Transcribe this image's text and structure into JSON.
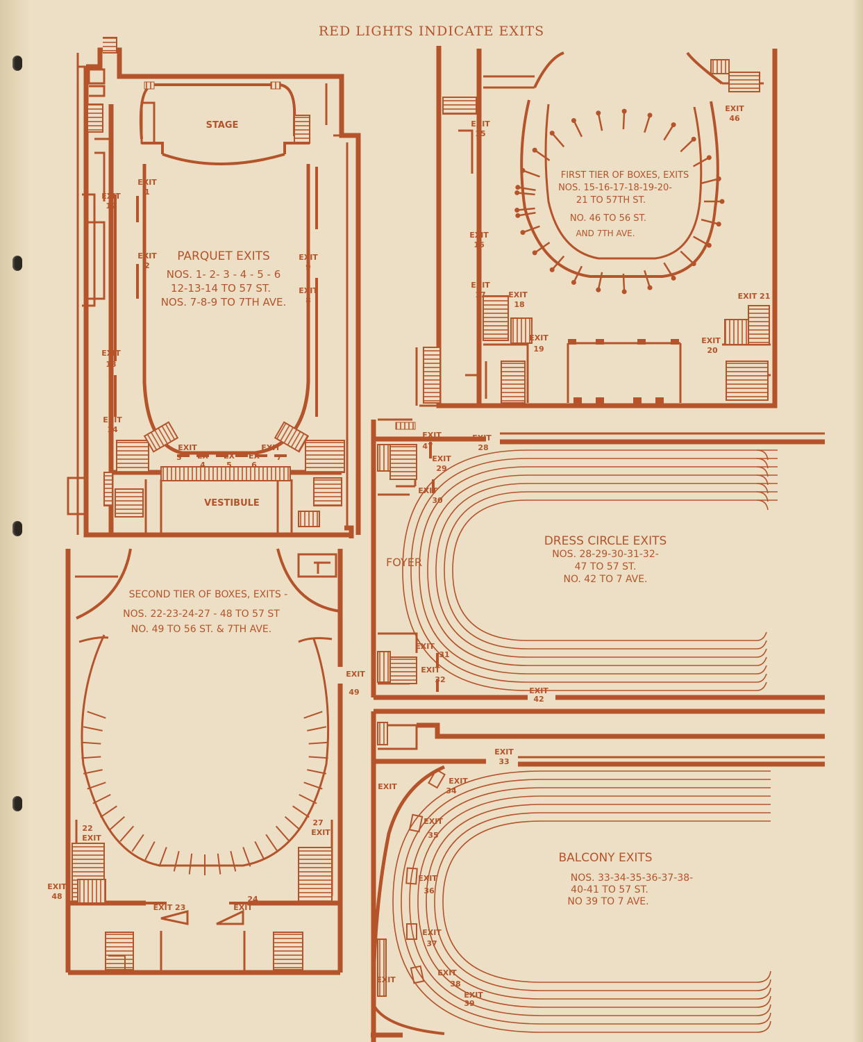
{
  "header": "RED LIGHTS INDICATE EXITS",
  "colors": {
    "paper": "#ecdfc6",
    "ink": "#b5532a",
    "binding": "#2c2620"
  },
  "parquet": {
    "stage": "STAGE",
    "vestibule": "VESTIBULE",
    "title": "PARQUET EXITS",
    "line1": "NOS. 1- 2- 3 - 4 - 5 - 6",
    "line2": "12-13-14 TO 57 ST.",
    "line3": "NOS. 7-8-9 TO 7TH AVE.",
    "exits": {
      "e1": [
        "EXIT",
        "1"
      ],
      "e2": [
        "EXIT",
        "2"
      ],
      "e9": [
        "EXIT",
        "9"
      ],
      "e8": [
        "EXIT",
        "8"
      ],
      "e12": [
        "EXIT",
        "12"
      ],
      "e13": [
        "EXIT",
        "13"
      ],
      "e14": [
        "EXIT",
        "14"
      ],
      "e3": [
        "EXIT",
        "3"
      ],
      "e4": [
        "EX",
        "4"
      ],
      "e5": [
        "EX",
        "5"
      ],
      "e6": [
        "EX",
        "6"
      ],
      "e7": [
        "EXIT",
        "7"
      ]
    }
  },
  "first_tier": {
    "line1": "FIRST TIER OF BOXES, EXITS",
    "line2": "NOS. 15-16-17-18-19-20-",
    "line3": "21 TO 57TH ST.",
    "line4": "NO. 46 TO 56 ST.",
    "line5": "AND 7TH AVE.",
    "exits": {
      "e15": [
        "EXIT",
        "15"
      ],
      "e16": [
        "EXIT",
        "16"
      ],
      "e17": [
        "EXIT",
        "17"
      ],
      "e18": [
        "EXIT",
        "18"
      ],
      "e19": [
        "EXIT",
        "19"
      ],
      "e20": [
        "EXIT",
        "20"
      ],
      "e21": [
        "EXIT 21"
      ],
      "e46": [
        "EXIT",
        "46"
      ]
    }
  },
  "second_tier": {
    "line1": "SECOND TIER OF BOXES, EXITS -",
    "line2": "NOS. 22-23-24-27 - 48 TO 57 ST",
    "line3": "NO. 49 TO 56 ST. & 7TH AVE.",
    "exits": {
      "e22": [
        "22",
        "EXIT"
      ],
      "e27": [
        "27",
        "EXIT"
      ],
      "e48": [
        "EXIT",
        "48"
      ],
      "e49": [
        "EXIT",
        "49"
      ],
      "e23": [
        "EXIT 23"
      ],
      "e24": [
        "24",
        "EXIT"
      ]
    }
  },
  "dress_circle": {
    "foyer": "FOYER",
    "line1": "DRESS CIRCLE EXITS",
    "line2": "NOS. 28-29-30-31-32-",
    "line3": "47 TO 57 ST.",
    "line4": "NO. 42 TO 7 AVE.",
    "exits": {
      "e47": [
        "EXIT",
        "47"
      ],
      "e28": [
        "EXIT",
        "28"
      ],
      "e29": [
        "EXIT",
        "29"
      ],
      "e30": [
        "EXIT",
        "30"
      ],
      "e31": [
        "EXIT",
        "31"
      ],
      "e32": [
        "EXIT",
        "32"
      ],
      "e42": [
        "EXIT",
        "42"
      ]
    }
  },
  "balcony": {
    "line1": "BALCONY EXITS",
    "line2": "NOS. 33-34-35-36-37-38-",
    "line3": "40-41 TO 57 ST.",
    "line4": "NO 39 TO 7 AVE.",
    "exits": {
      "e33": [
        "EXIT",
        "33"
      ],
      "e34": [
        "EXIT",
        "34"
      ],
      "e35": [
        "EXIT",
        "35"
      ],
      "e36": [
        "EXIT",
        "36"
      ],
      "e37": [
        "EXIT",
        "37"
      ],
      "e38": [
        "EXIT",
        "38"
      ],
      "e39": [
        "EXIT",
        "39"
      ],
      "e40": [
        "EXIT"
      ],
      "e41": [
        "EXIT"
      ]
    }
  }
}
